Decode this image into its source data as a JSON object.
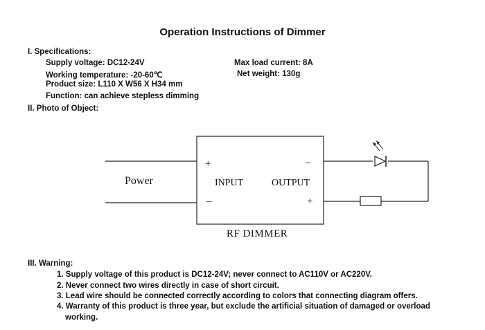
{
  "title": "Operation Instructions of Dimmer",
  "specifications": {
    "heading": "I. Specifications:",
    "supply_voltage": "Supply voltage: DC12-24V",
    "working_temperature": "Working temperature: -20-60℃",
    "product_size": "Product size: L110 X W56 X H34 mm",
    "function": "Function: can achieve stepless dimming",
    "max_load_current": "Max load current: 8A",
    "net_weight": "Net weight: 130g"
  },
  "photo": {
    "heading": "II. Photo of Object:",
    "power_label": "Power",
    "input_label": "INPUT",
    "output_label": "OUTPUT",
    "device_label": "RF DIMMER",
    "input_plus": "+",
    "input_minus": "–",
    "output_minus": "–",
    "output_plus": "+"
  },
  "warning": {
    "heading": "III. Warning:",
    "items": [
      "1. Supply voltage of this product is DC12-24V; never connect to AC110V or AC220V.",
      "2. Never connect two wires directly in case of short circuit.",
      "3. Lead wire should be connected correctly according to colors that connecting diagram offers.",
      "4. Warranty of this product is three year, but exclude the artificial situation of damaged or overload",
      "working."
    ]
  }
}
